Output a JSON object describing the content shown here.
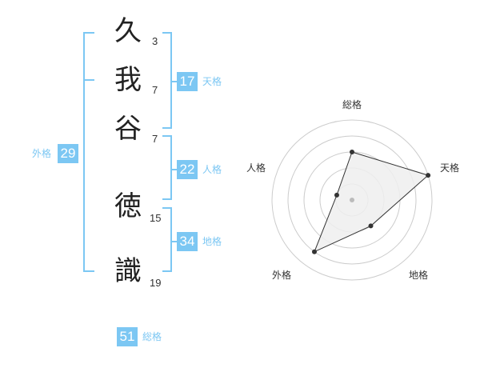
{
  "name": {
    "chars": [
      {
        "char": "久",
        "strokes": "3"
      },
      {
        "char": "我",
        "strokes": "7"
      },
      {
        "char": "谷",
        "strokes": "7"
      },
      {
        "char": "徳",
        "strokes": "15"
      },
      {
        "char": "識",
        "strokes": "19"
      }
    ]
  },
  "fortune": {
    "tenkaku": {
      "value": "17",
      "label": "天格"
    },
    "jinkaku": {
      "value": "22",
      "label": "人格"
    },
    "chikaku": {
      "value": "34",
      "label": "地格"
    },
    "gaikaku": {
      "value": "29",
      "label": "外格"
    },
    "soukaku": {
      "value": "51",
      "label": "総格"
    }
  },
  "radar": {
    "axes": [
      "総格",
      "天格",
      "地格",
      "外格",
      "人格"
    ],
    "values": [
      3,
      5,
      2,
      4,
      1
    ],
    "max": 5,
    "colors": {
      "fill": "#eeeeee",
      "line": "#333333",
      "point": "#333333",
      "grid": "#cccccc",
      "center": "#bbbbbb"
    }
  }
}
